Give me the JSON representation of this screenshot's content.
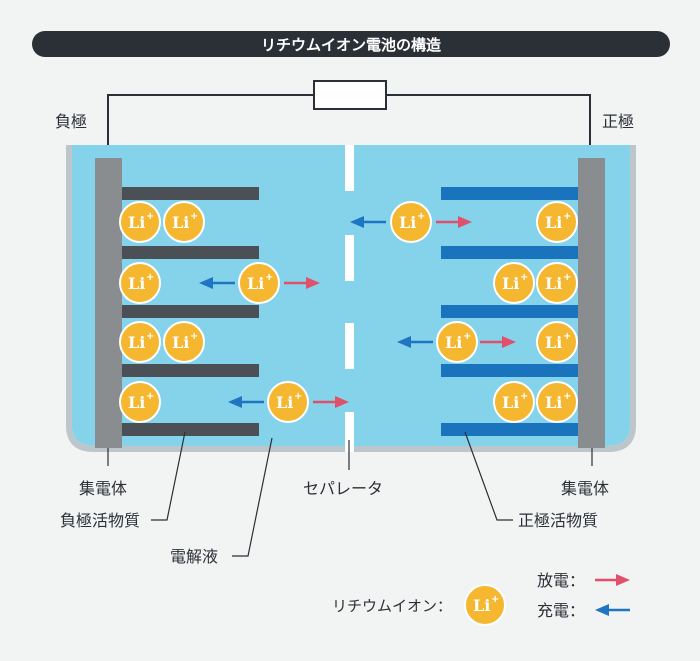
{
  "title": "リチウムイオン電池の構造",
  "labels": {
    "negative_electrode": "負極",
    "positive_electrode": "正極",
    "collector_left": "集電体",
    "collector_right": "集電体",
    "negative_active_material": "負極活物質",
    "positive_active_material": "正極活物質",
    "electrolyte": "電解液",
    "separator": "セパレータ"
  },
  "ion": {
    "text": "Li",
    "sup": "+"
  },
  "legend": {
    "lithium_ion_label": "リチウムイオン：",
    "discharge_label": "放電：",
    "charge_label": "充電："
  },
  "colors": {
    "electrolyte": "#84d3ea",
    "container": "#bcc6cb",
    "collector": "#8a8d90",
    "negative_plate": "#4b5056",
    "positive_plate": "#1a73bd",
    "ion_fill": "#f5b72f",
    "ion_border": "#ffffff",
    "discharge_arrow": "#e0506a",
    "charge_arrow": "#1f75c2",
    "text": "#2b2f36"
  }
}
